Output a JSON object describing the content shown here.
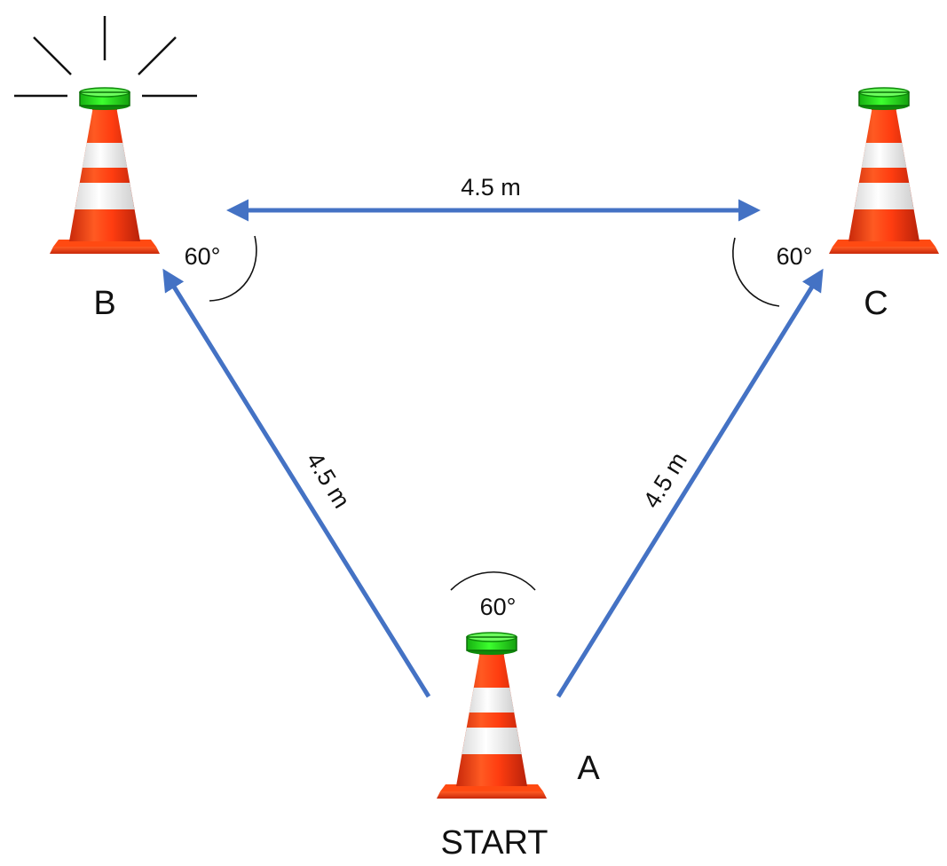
{
  "cones": {
    "a": {
      "label": "A",
      "caption": "START"
    },
    "b": {
      "label": "B"
    },
    "c": {
      "label": "C"
    }
  },
  "angles": {
    "a": "60°",
    "b": "60°",
    "c": "60°"
  },
  "distances": {
    "bc": "4.5 m",
    "ab": "4.5 m",
    "ac": "4.5 m"
  },
  "colors": {
    "arrow": "#4472c4",
    "cone_orange": "#ff4a12",
    "cone_white": "#ffffff",
    "light_green": "#22e619"
  }
}
